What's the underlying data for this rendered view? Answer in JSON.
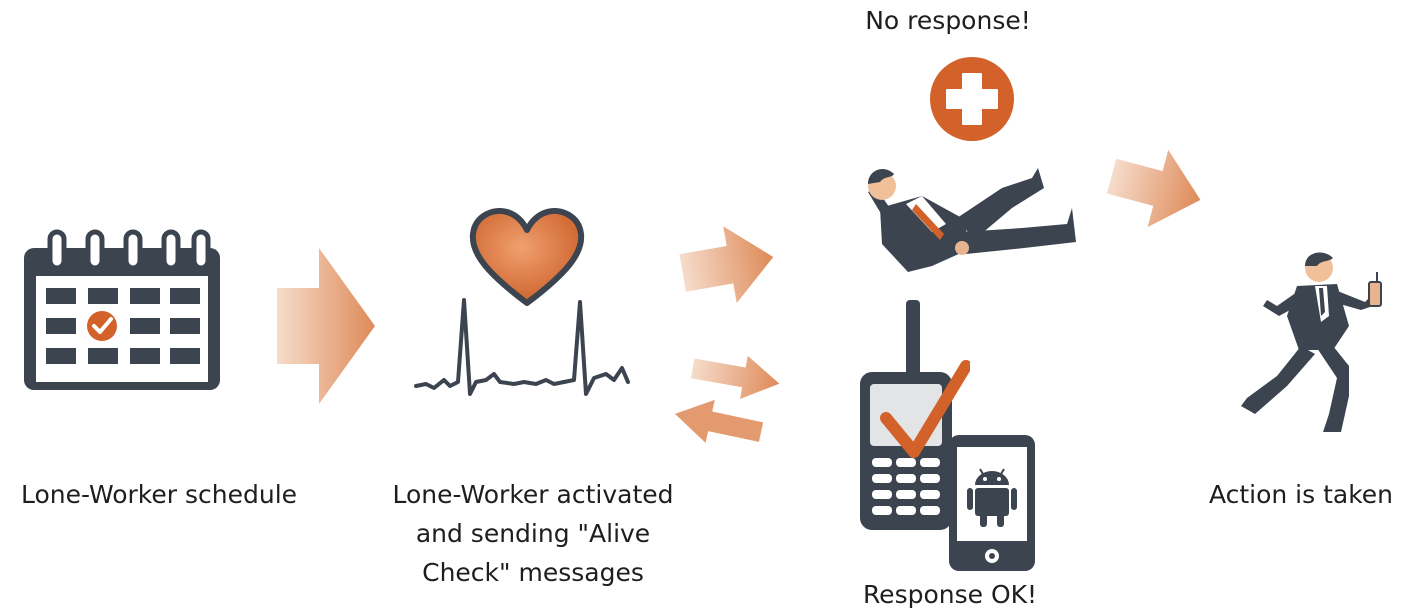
{
  "labels": {
    "schedule": "Lone-Worker schedule",
    "activated_lines": [
      "Lone-Worker activated",
      "and sending \"Alive",
      "Check\" messages"
    ],
    "no_response": "No response!",
    "response_ok": "Response OK!",
    "action": "Action is taken"
  },
  "colors": {
    "dark": "#3c4450",
    "accent": "#d2622a",
    "arrow_light": "#f3d3bd",
    "arrow_dark": "#df8d5e"
  },
  "icons": [
    "calendar-icon",
    "heart-icon",
    "ecg-line-icon",
    "medical-cross-icon",
    "falling-worker-icon",
    "radio-phone-icon",
    "android-phone-icon",
    "running-worker-icon"
  ]
}
